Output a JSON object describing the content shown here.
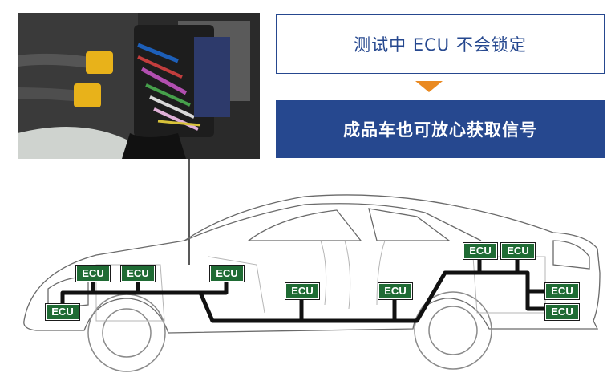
{
  "callout_top": "测试中 ECU 不会锁定",
  "callout_bottom": "成品车也可放心获取信号",
  "ecu_label": "ECU",
  "colors": {
    "brand_blue": "#26488f",
    "arrow_orange": "#ea8a22",
    "ecu_green": "#1f6b34",
    "bus_line": "#111111"
  },
  "icons": {
    "photo": "connector-photo",
    "car": "car-cutaway",
    "arrow": "down-arrow"
  }
}
